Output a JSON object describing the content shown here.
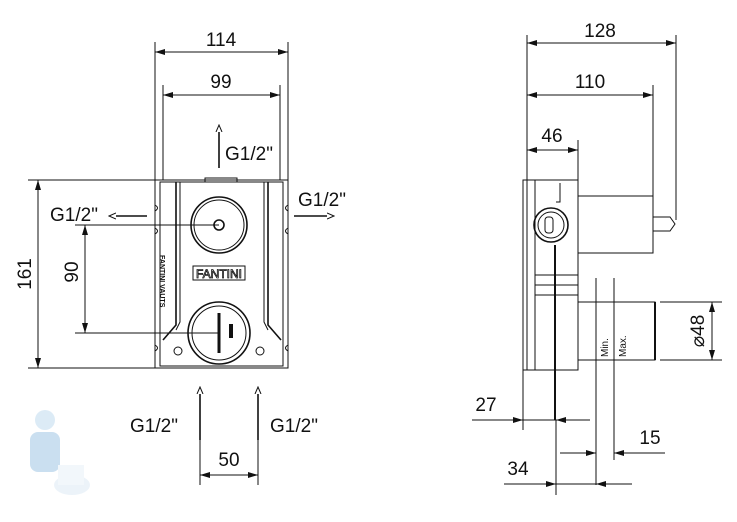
{
  "front_view": {
    "width_overall": "114",
    "width_inner": "99",
    "height_overall": "161",
    "outlet_spacing_vertical": "90",
    "inlet_spacing": "50",
    "connection_top": "G1/2\"",
    "connection_left": "G1/2\"",
    "connection_right": "G1/2\"",
    "connection_bottom_left": "G1/2\"",
    "connection_bottom_right": "G1/2\"",
    "brand_label": "FANTINI",
    "side_label": "FANTINI VAUTS"
  },
  "side_view": {
    "depth_overall": "128",
    "depth_pipe": "110",
    "depth_body": "46",
    "diameter": "⌀48",
    "min_label": "Min.",
    "max_label": "Max.",
    "dim_27": "27",
    "dim_15": "15",
    "dim_34": "34"
  }
}
